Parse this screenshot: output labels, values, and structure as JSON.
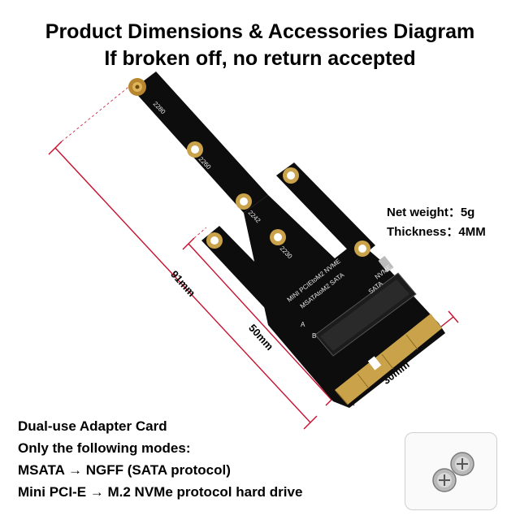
{
  "header": {
    "title": "Product Dimensions & Accessories Diagram",
    "subtitle": "If broken off, no return accepted"
  },
  "specs": {
    "net_weight": "Net weight：5g",
    "thickness": "Thickness：4MM"
  },
  "dimensions": {
    "length": "91mm",
    "mid_length": "50mm",
    "width": "30mm"
  },
  "board": {
    "labels": {
      "l2280": "2280",
      "l2260": "2260",
      "l2242": "2242",
      "l2230": "2230",
      "line1": "MINI PCIEtoM2 NVME",
      "line2": "MSATAtoM2 SATA",
      "nvme": "NVME",
      "sata": "SATA",
      "a": "A",
      "b": "B"
    }
  },
  "description": {
    "line1": "Dual-use Adapter Card",
    "line2": "Only the following modes:",
    "line3": "MSATA → NGFF (SATA protocol)",
    "line4": "Mini PCI-E → M.2 NVMe protocol hard drive"
  },
  "colors": {
    "pcb": "#0d0d0d",
    "gold": "#c9a24a",
    "dimension_line": "#c8102e"
  }
}
